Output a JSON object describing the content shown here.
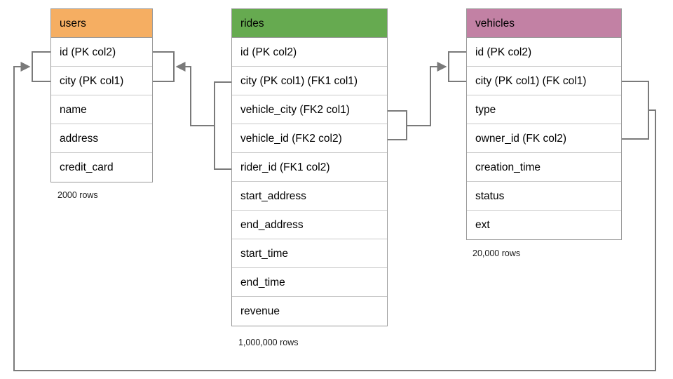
{
  "diagram": {
    "title": "database-schema-er-diagram",
    "background_color": "#ffffff",
    "connector_color": "#7a7a7a",
    "border_color": "#9a9a9a"
  },
  "entities": [
    {
      "id": "users",
      "name": "users",
      "header_color": "#f5ae62",
      "row_count_label": "2000 rows",
      "fields": [
        {
          "label": "id (PK col2)"
        },
        {
          "label": "city (PK col1)"
        },
        {
          "label": "name"
        },
        {
          "label": "address"
        },
        {
          "label": "credit_card"
        }
      ]
    },
    {
      "id": "rides",
      "name": "rides",
      "header_color": "#66aa50",
      "row_count_label": "1,000,000 rows",
      "fields": [
        {
          "label": "id (PK col2)"
        },
        {
          "label": "city (PK col1) (FK1 col1)"
        },
        {
          "label": "vehicle_city (FK2 col1)"
        },
        {
          "label": "vehicle_id (FK2 col2)"
        },
        {
          "label": "rider_id (FK1 col2)"
        },
        {
          "label": "start_address"
        },
        {
          "label": "end_address"
        },
        {
          "label": "start_time"
        },
        {
          "label": "end_time"
        },
        {
          "label": "revenue"
        }
      ]
    },
    {
      "id": "vehicles",
      "name": "vehicles",
      "header_color": "#c281a4",
      "row_count_label": "20,000 rows",
      "fields": [
        {
          "label": "id (PK col2)"
        },
        {
          "label": "city (PK col1) (FK col1)"
        },
        {
          "label": "type"
        },
        {
          "label": "owner_id (FK col2)"
        },
        {
          "label": "creation_time"
        },
        {
          "label": "status"
        },
        {
          "label": "ext"
        }
      ]
    }
  ],
  "relationships": [
    {
      "id": "fk1",
      "name": "rides-rider-to-users",
      "from_entity": "rides",
      "from_fields": [
        "city (PK col1) (FK1 col1)",
        "rider_id (FK1 col2)"
      ],
      "to_entity": "users",
      "to_fields": [
        "id (PK col2)",
        "city (PK col1)"
      ]
    },
    {
      "id": "fk2",
      "name": "rides-vehicle-to-vehicles",
      "from_entity": "rides",
      "from_fields": [
        "vehicle_city (FK2 col1)",
        "vehicle_id (FK2 col2)"
      ],
      "to_entity": "vehicles",
      "to_fields": [
        "id (PK col2)",
        "city (PK col1) (FK col1)"
      ]
    },
    {
      "id": "fk3",
      "name": "vehicles-owner-to-users",
      "from_entity": "vehicles",
      "from_fields": [
        "city (PK col1) (FK col1)",
        "owner_id (FK col2)"
      ],
      "to_entity": "users",
      "to_fields": [
        "id (PK col2)",
        "city (PK col1)"
      ]
    }
  ]
}
